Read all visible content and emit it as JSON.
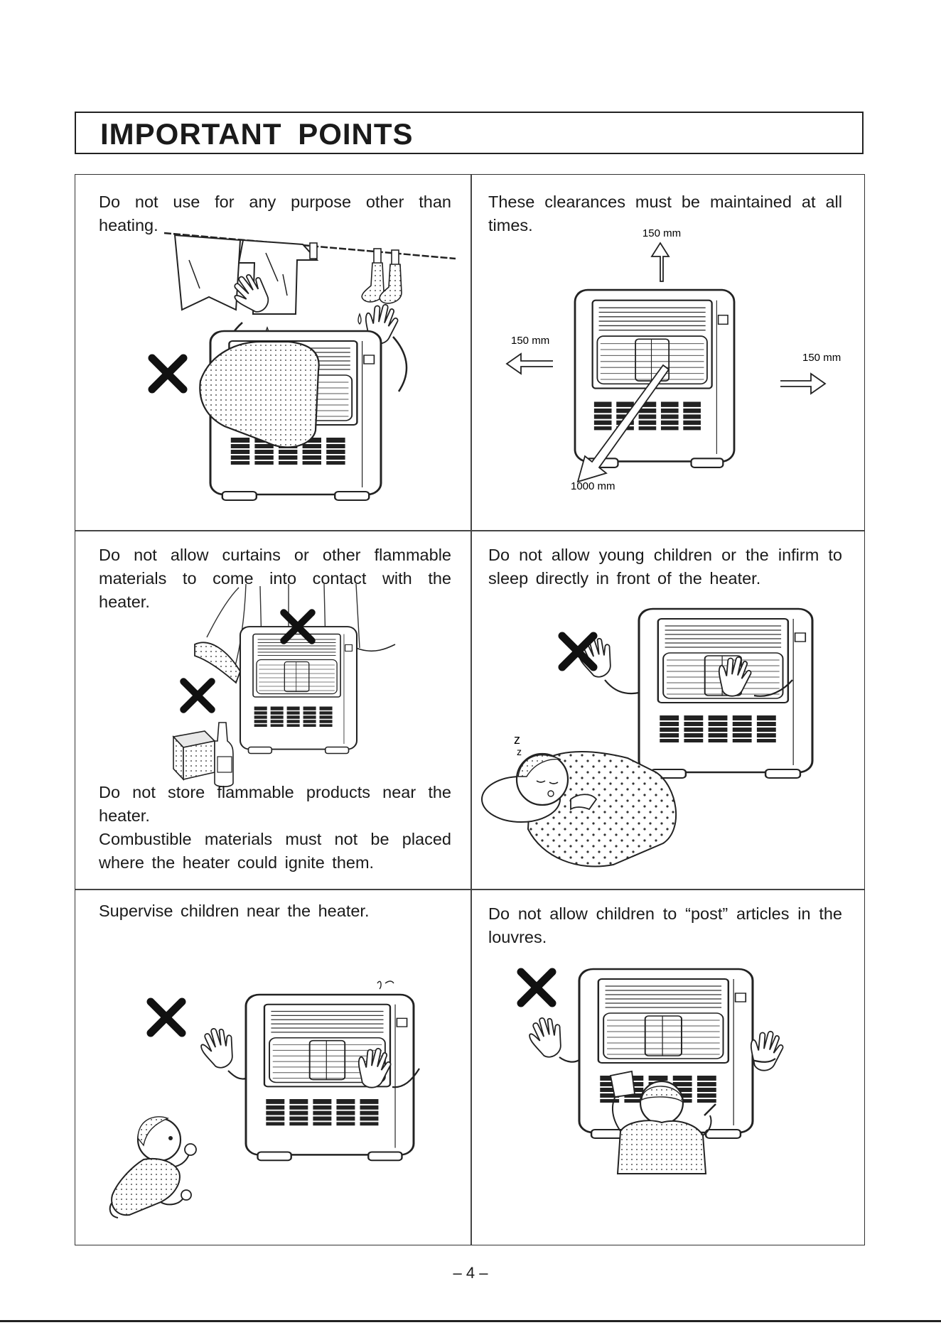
{
  "header": {
    "title": "IMPORTANT POINTS"
  },
  "panels": [
    {
      "id": "no-other-purpose",
      "text": "Do not use for any purpose other than heating."
    },
    {
      "id": "clearances",
      "text": "These clearances must be maintained at all times.",
      "labels": {
        "top": "150 mm",
        "left": "150 mm",
        "right": "150 mm",
        "front": "1000 mm"
      }
    },
    {
      "id": "curtains",
      "text": "Do not allow curtains or other flammable materials to come into contact with the heater.",
      "text2": "Do not store flammable products near the heater.",
      "text3": "Combustible materials must not be placed where the heater could ignite them."
    },
    {
      "id": "sleeping",
      "text": "Do not allow young children or the infirm to sleep directly in front of the heater."
    },
    {
      "id": "supervise",
      "text": "Supervise children near the heater."
    },
    {
      "id": "louvres",
      "text": "Do not allow children to “post” articles in the louvres."
    }
  ],
  "footer": {
    "page_number": "– 4 –"
  },
  "colors": {
    "ink": "#1a1a1a",
    "shading": "#cfcfcf"
  }
}
